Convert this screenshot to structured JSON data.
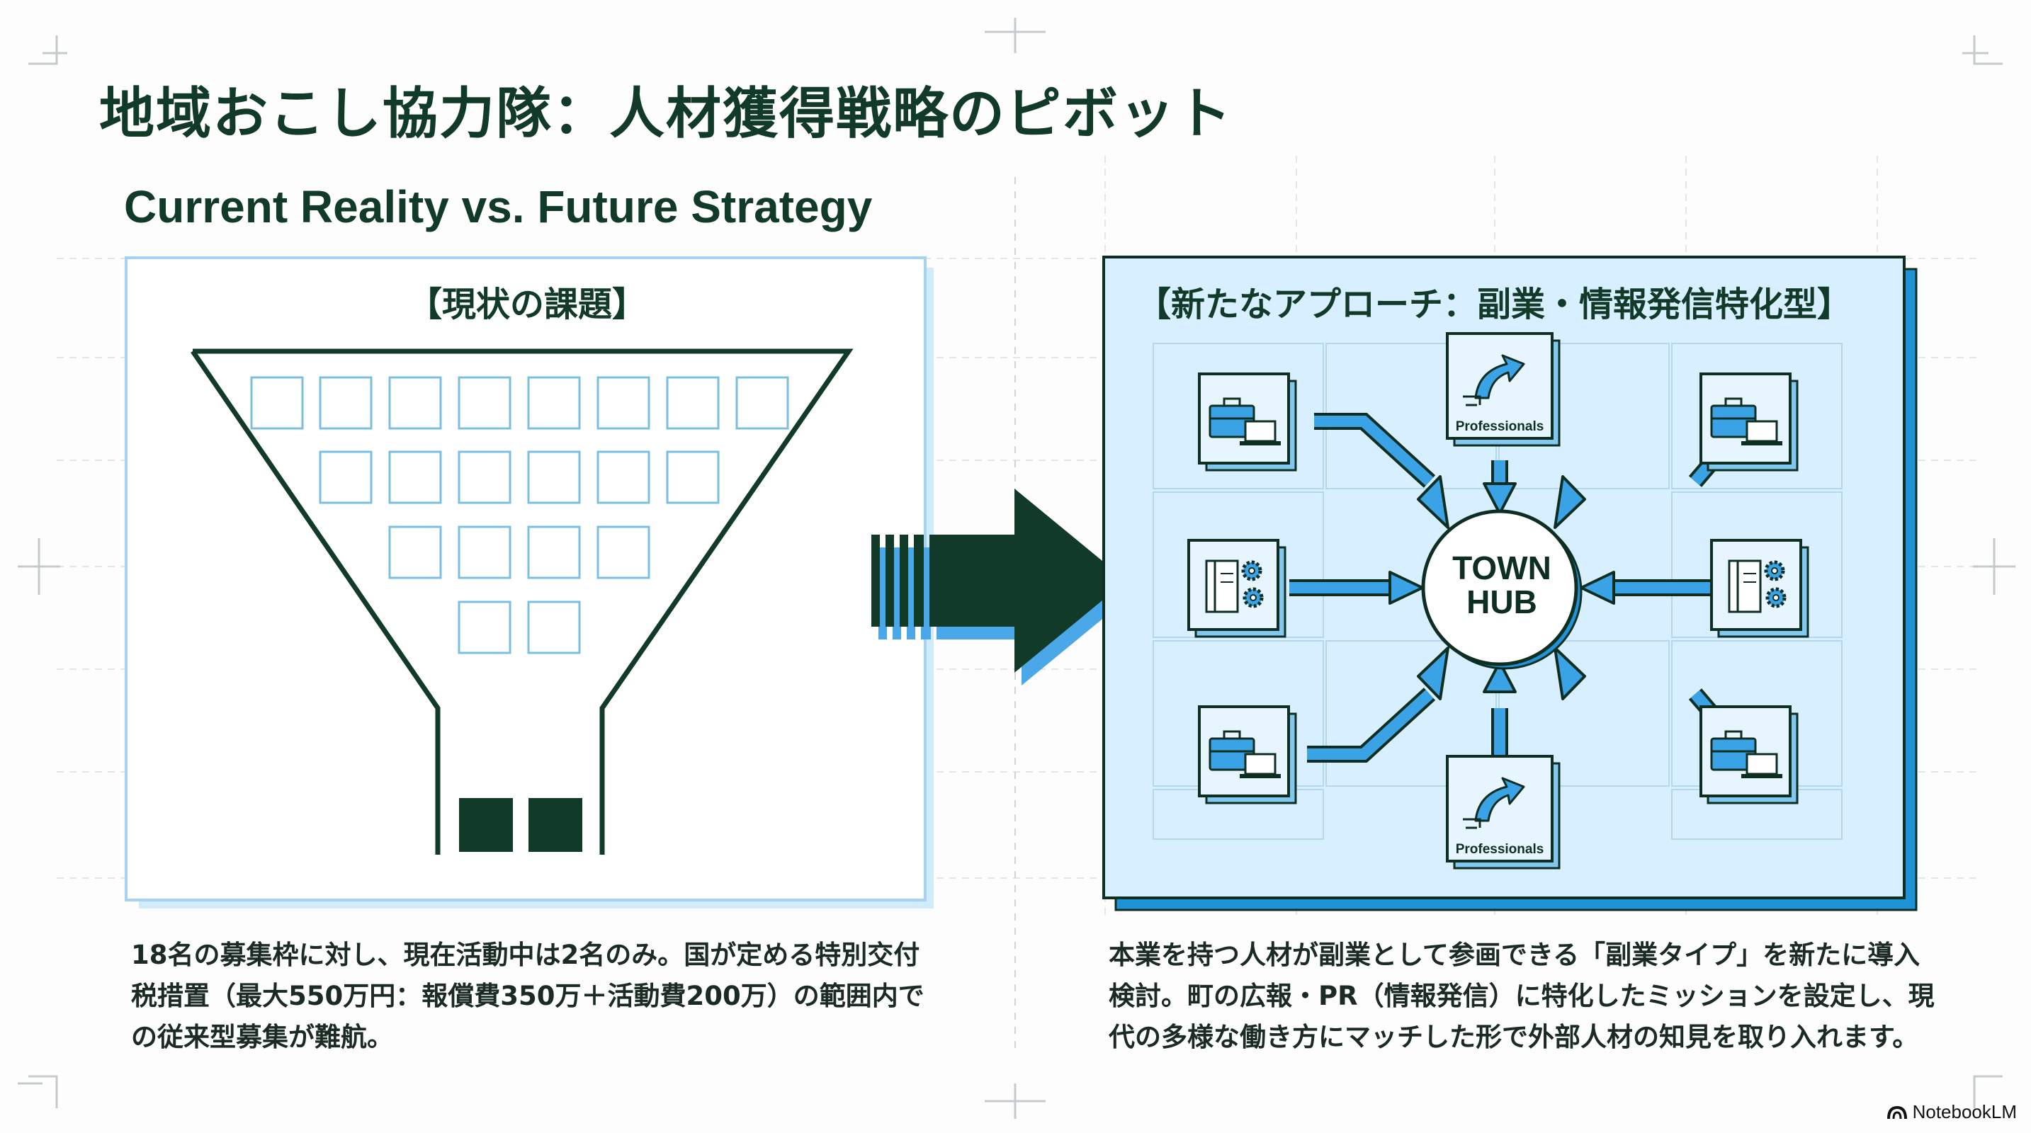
{
  "slide": {
    "title": "地域おこし協力隊：人材獲得戦略のピボット",
    "subtitle": "Current Reality vs. Future Strategy"
  },
  "left_panel": {
    "label": "【現状の課題】",
    "description_lines": [
      "18名の募集枠に対し、現在活動中は2名のみ。国が定める特別交付",
      "税措置（最大550万円：報償費350万＋活動費200万）の範囲内で",
      "の従来型募集が難航。"
    ]
  },
  "right_panel": {
    "label": "【新たなアプローチ：副業・情報発信特化型】",
    "hub_lines": [
      "TOWN",
      "HUB"
    ],
    "professional_label": "Professionals",
    "description_lines": [
      "本業を持つ人材が副業として参画できる「副業タイプ」を新たに導入",
      "検討。町の広報・PR（情報発信）に特化したミッションを設定し、現",
      "代の多様な働き方にマッチした形で外部人材の知見を取り入れます。"
    ]
  },
  "brand": {
    "name": "NotebookLM"
  },
  "colors": {
    "dark_green": "#123a28",
    "light_blue": "#d7efff",
    "arrow_blue": "#3aa3e6"
  }
}
